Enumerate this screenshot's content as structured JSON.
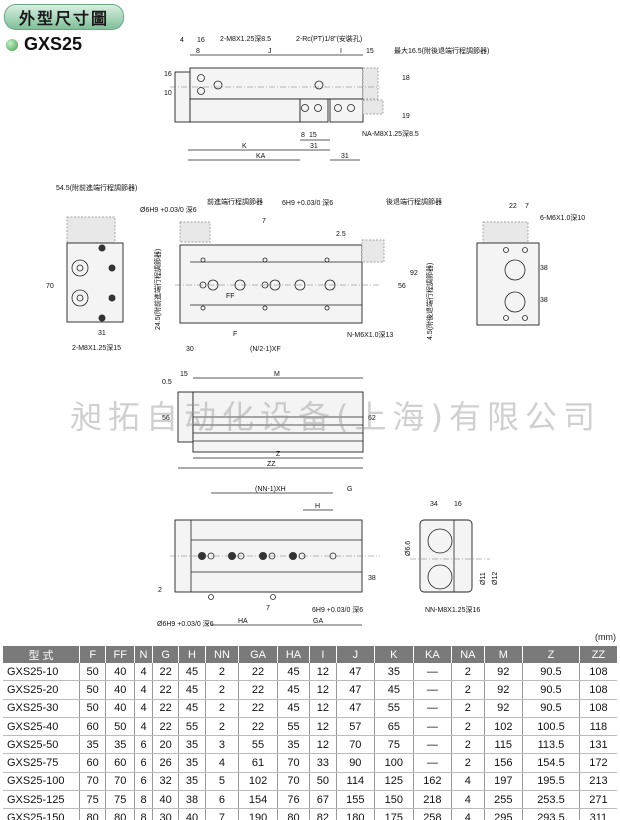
{
  "header": {
    "section_title": "外型尺寸圖",
    "model": "GXS25"
  },
  "watermark": "昶拓自动化设备(上海)有限公司",
  "top_view": {
    "d4": "4",
    "d16": "16",
    "d8": "8",
    "tap": "2-M8X1.25深8.5",
    "port": "2-Rc(PT)1/8\"(安裝孔)",
    "J": "J",
    "I": "I",
    "d15": "15",
    "max": "最大16.5(附後退端行程調節器)",
    "d18": "18",
    "d19": "19",
    "h16": "16",
    "h10": "10",
    "b8": "8",
    "b15": "15",
    "na_tap": "NA-M8X1.25深8.5",
    "K": "K",
    "b31": "31",
    "KA": "KA",
    "c31": "31"
  },
  "front_view": {
    "d545": "54.5(附前進端行程調節器)",
    "d70": "70",
    "d31": "31",
    "tap2": "2-M8X1.25深15",
    "pin": "Ø6H9 +0.03/0 深6",
    "front_adj": "前進端行程調節器",
    "d7": "7",
    "pin2": "6H9 +0.03/0 深6",
    "d25": "2.5",
    "rear_adj": "後退端行程調節器",
    "left_note": "24.5(附前進端行程調節器)",
    "FF": "FF",
    "F": "F",
    "d56": "56",
    "d92": "92",
    "right_note": "4.5(附後退端行程調節器)",
    "n_tap": "N-M6X1.0深13",
    "d30": "30",
    "nxf": "(N/2-1)XF"
  },
  "end_view": {
    "d22": "22",
    "d7": "7",
    "tap6": "6-M6X1.0深10",
    "d38a": "38",
    "d38b": "38"
  },
  "side_view": {
    "d05": "0.5",
    "d15": "15",
    "M": "M",
    "d56": "56",
    "d62": "62",
    "Z": "Z",
    "ZZ": "ZZ"
  },
  "bottom_view": {
    "nnh": "(NN-1)XH",
    "G": "G",
    "H": "H",
    "d2": "2",
    "d38": "38",
    "pin": "Ø6H9 +0.03/0 深6",
    "d7": "7",
    "pin2": "6H9 +0.03/0 深6",
    "HA": "HA",
    "GA": "GA",
    "d34": "34",
    "d16": "16",
    "d66": "Ø6.6",
    "d11": "Ø11",
    "d12": "Ø12",
    "nn_tap": "NN-M8X1.25深16"
  },
  "table": {
    "unit": "(mm)",
    "columns": [
      "型 式",
      "F",
      "FF",
      "N",
      "G",
      "H",
      "NN",
      "GA",
      "HA",
      "I",
      "J",
      "K",
      "KA",
      "NA",
      "M",
      "Z",
      "ZZ"
    ],
    "rows": [
      [
        "GXS25-10",
        "50",
        "40",
        "4",
        "22",
        "45",
        "2",
        "22",
        "45",
        "12",
        "47",
        "35",
        "—",
        "2",
        "92",
        "90.5",
        "108"
      ],
      [
        "GXS25-20",
        "50",
        "40",
        "4",
        "22",
        "45",
        "2",
        "22",
        "45",
        "12",
        "47",
        "45",
        "—",
        "2",
        "92",
        "90.5",
        "108"
      ],
      [
        "GXS25-30",
        "50",
        "40",
        "4",
        "22",
        "45",
        "2",
        "22",
        "45",
        "12",
        "47",
        "55",
        "—",
        "2",
        "92",
        "90.5",
        "108"
      ],
      [
        "GXS25-40",
        "60",
        "50",
        "4",
        "22",
        "55",
        "2",
        "22",
        "55",
        "12",
        "57",
        "65",
        "—",
        "2",
        "102",
        "100.5",
        "118"
      ],
      [
        "GXS25-50",
        "35",
        "35",
        "6",
        "20",
        "35",
        "3",
        "55",
        "35",
        "12",
        "70",
        "75",
        "—",
        "2",
        "115",
        "113.5",
        "131"
      ],
      [
        "GXS25-75",
        "60",
        "60",
        "6",
        "26",
        "35",
        "4",
        "61",
        "70",
        "33",
        "90",
        "100",
        "—",
        "2",
        "156",
        "154.5",
        "172"
      ],
      [
        "GXS25-100",
        "70",
        "70",
        "6",
        "32",
        "35",
        "5",
        "102",
        "70",
        "50",
        "114",
        "125",
        "162",
        "4",
        "197",
        "195.5",
        "213"
      ],
      [
        "GXS25-125",
        "75",
        "75",
        "8",
        "40",
        "38",
        "6",
        "154",
        "76",
        "67",
        "155",
        "150",
        "218",
        "4",
        "255",
        "253.5",
        "271"
      ],
      [
        "GXS25-150",
        "80",
        "80",
        "8",
        "30",
        "40",
        "7",
        "190",
        "80",
        "82",
        "180",
        "175",
        "258",
        "4",
        "295",
        "293.5",
        "311"
      ]
    ]
  }
}
